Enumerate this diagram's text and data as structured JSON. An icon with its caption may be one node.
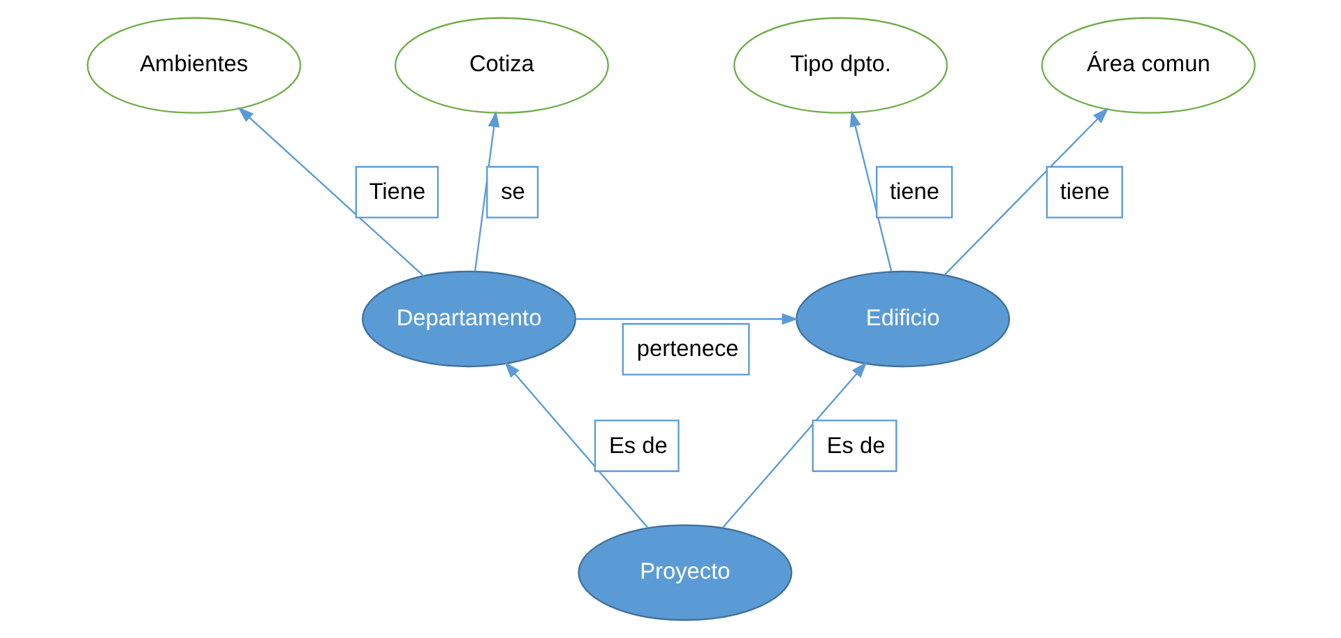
{
  "diagram": {
    "nodes": [
      {
        "text": [
          "Tipo dpto."
        ]
      },
      {
        "text": [
          "Área comun"
        ]
      },
      {
        "text": [
          "Ambientes"
        ]
      },
      {
        "text": [
          "Edificio"
        ]
      },
      {
        "text": [
          "Departamento"
        ]
      },
      {
        "text": [
          "Cotiza"
        ]
      },
      {
        "text": [
          "Proyecto"
        ]
      }
    ],
    "edges": [
      {
        "from": 3,
        "to": 0,
        "arrow": "to",
        "label": "tiene"
      },
      {
        "from": 3,
        "to": 1,
        "arrow": "to",
        "label": "tiene"
      },
      {
        "from": 4,
        "to": 3,
        "arrow": "to",
        "label": "pertenece"
      },
      {
        "from": 4,
        "to": 2,
        "arrow": "to",
        "label": "Tiene"
      },
      {
        "from": 4,
        "to": 5,
        "arrow": "to",
        "label": "se"
      },
      {
        "from": 6,
        "to": 3,
        "arrow": "to",
        "label": "Es de"
      },
      {
        "from": 6,
        "to": 4,
        "arrow": "to",
        "label": "Es de"
      }
    ]
  }
}
